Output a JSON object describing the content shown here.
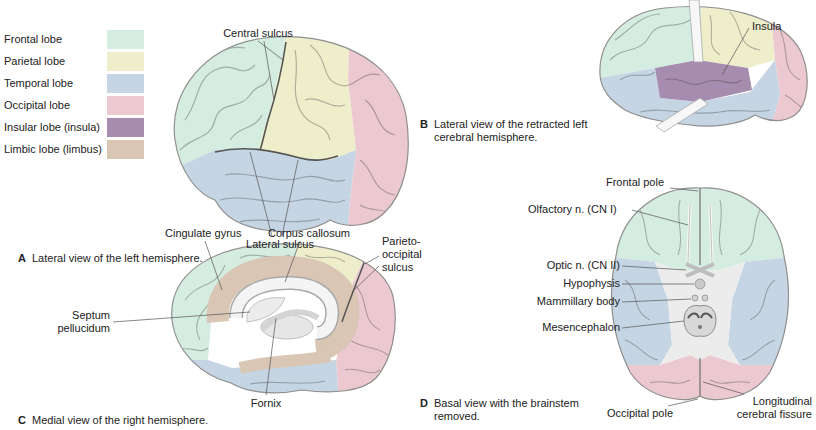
{
  "diagram": {
    "labels": [
      "Central sulcus",
      "Lateral sulcus",
      "A",
      "Lateral view of the left hemisphere.",
      "Insula",
      "B",
      "Lateral view of the retracted left cerebral hemisphere.",
      "Cingulate gyrus",
      "Corpus callosum",
      "Parieto- occipital sulcus",
      "Septum pellucidum",
      "Fornix",
      "C",
      "Medial view of the right hemisphere.",
      "Frontal pole",
      "Olfactory n. (CN I)",
      "Optic n. (CN II)",
      "Hypophysis",
      "Mammillary body",
      "Mesencephalon",
      "D",
      "Basal view with the brainstem removed.",
      "Occipital pole",
      "Longitudinal cerebral fissure"
    ],
    "legend": [
      {
        "text": "Frontal lobe",
        "color": "#d5ece0"
      },
      {
        "text": "Parietal lobe",
        "color": "#eeeecb"
      },
      {
        "text": "Temporal lobe",
        "color": "#c6d5e3"
      },
      {
        "text": "Occipital lobe",
        "color": "#ecc9d0"
      },
      {
        "text": "Insular lobe (insula)",
        "color": "#a68cae"
      },
      {
        "text": "Limbic lobe (limbus)",
        "color": "#d9c6b5"
      }
    ]
  }
}
